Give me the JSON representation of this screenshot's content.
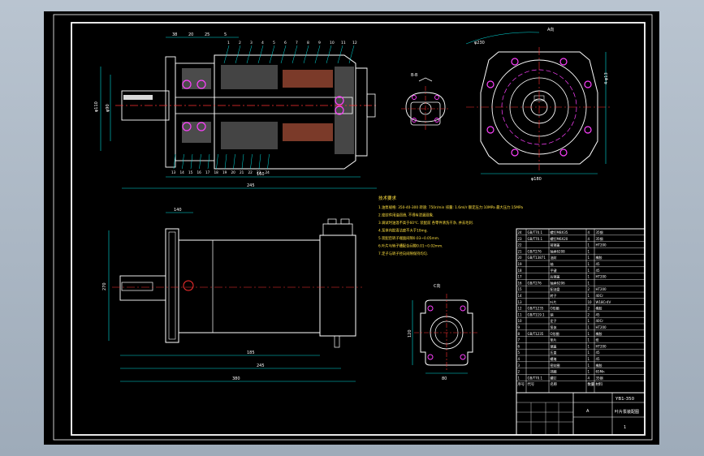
{
  "drawing": {
    "main_section": {
      "top_dims": [
        "38",
        "20",
        "25",
        "5"
      ],
      "callouts_top": [
        "1",
        "2",
        "3",
        "4",
        "5",
        "6",
        "7",
        "8",
        "9",
        "10",
        "11",
        "12"
      ],
      "callouts_bottom": [
        "13",
        "14",
        "15",
        "16",
        "17",
        "18",
        "19",
        "20",
        "21",
        "22",
        "23",
        "24"
      ],
      "left_dims": [
        "φ110",
        "φ90"
      ],
      "bottom_dims": [
        "160",
        "245"
      ]
    },
    "side_view": {
      "label": "A向",
      "dims": [
        "φ230",
        "φ180",
        "4-φ13"
      ]
    },
    "small_view": {
      "label": "B-B"
    },
    "outline_view": {
      "dims": [
        "140",
        "270",
        "185",
        "245",
        "380"
      ]
    },
    "flange_view": {
      "label": "C向",
      "dims": [
        "80",
        "120"
      ]
    },
    "notes": {
      "title": "技术要求",
      "lines": [
        "1.油泵规格:  350-40-300  转速:  750r/min    排量:  1.6ml/r  额定压力:10MPa  最大压力:15MPa",
        "2.密封件用油润滑,  不得有泄漏现象.",
        "3.调试时油温不高于60℃.  装配前  各零件清洗干净,  并去毛刺.",
        "4.泵体内腔清洁度不大于10mg.",
        "5.装配后转子端面间隙0.03~0.05mm.",
        "6.叶片与转子槽配合间隙0.01~0.02mm.",
        "7.定子与转子径向间隙保持均匀."
      ]
    },
    "title_block": {
      "rows": [
        [
          "24",
          "GB/T70.1",
          "螺钉M8X35",
          "4",
          "35钢"
        ],
        [
          "23",
          "GB/T70.1",
          "螺钉M6X20",
          "4",
          "35钢"
        ],
        [
          "22",
          "",
          "前端盖",
          "1",
          "HT200"
        ],
        [
          "21",
          "GB/T276",
          "轴承6208",
          "1",
          ""
        ],
        [
          "20",
          "GB/T13871",
          "油封",
          "1",
          "橡胶"
        ],
        [
          "19",
          "",
          "轴",
          "1",
          "45"
        ],
        [
          "18",
          "",
          "平键",
          "1",
          "45"
        ],
        [
          "17",
          "",
          "后端盖",
          "1",
          "HT200"
        ],
        [
          "16",
          "GB/T276",
          "轴承6206",
          "1",
          ""
        ],
        [
          "15",
          "",
          "配油盘",
          "2",
          "HT200"
        ],
        [
          "14",
          "",
          "转子",
          "1",
          "40Cr"
        ],
        [
          "13",
          "",
          "叶片",
          "10",
          "W18Cr4V"
        ],
        [
          "12",
          "GB/T1235",
          "O形圈",
          "2",
          "橡胶"
        ],
        [
          "11",
          "GB/T119.1",
          "销",
          "2",
          "45"
        ],
        [
          "10",
          "",
          "定子",
          "1",
          "40Cr"
        ],
        [
          "9",
          "",
          "泵体",
          "1",
          "HT200"
        ],
        [
          "8",
          "GB/T1235",
          "O形圈",
          "1",
          "橡胶"
        ],
        [
          "7",
          "",
          "垫片",
          "1",
          "纸"
        ],
        [
          "6",
          "",
          "端盖",
          "1",
          "HT200"
        ],
        [
          "5",
          "",
          "压盖",
          "1",
          "45"
        ],
        [
          "4",
          "",
          "螺堵",
          "1",
          "45"
        ],
        [
          "3",
          "",
          "密封圈",
          "1",
          "橡胶"
        ],
        [
          "2",
          "",
          "挡圈",
          "1",
          "65Mn"
        ],
        [
          "1",
          "GB/T70.1",
          "螺钉",
          "4",
          "35钢"
        ]
      ],
      "header": [
        "序号",
        "代号",
        "名称",
        "数量",
        "材料"
      ],
      "project_name": "YB1-350",
      "drawing_title": "叶片泵装配图",
      "sheet": "1",
      "mark": "A"
    }
  }
}
